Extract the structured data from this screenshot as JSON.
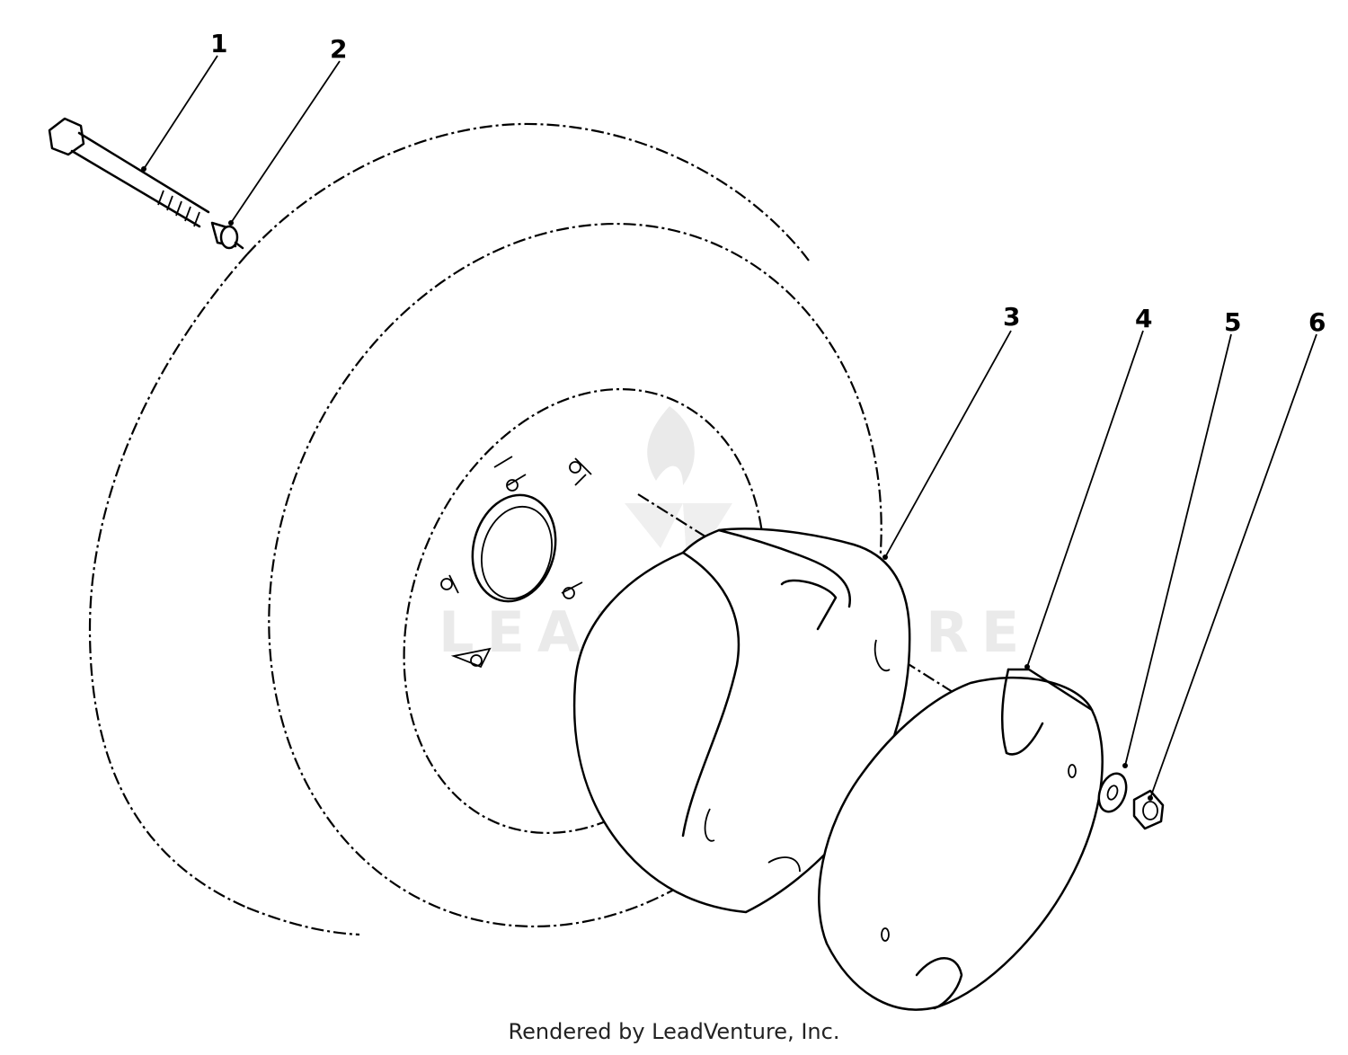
{
  "callouts": [
    "1",
    "2",
    "3",
    "4",
    "5",
    "6"
  ],
  "watermark": "LEADVENTURE",
  "footer": "Rendered by LeadVenture, Inc."
}
